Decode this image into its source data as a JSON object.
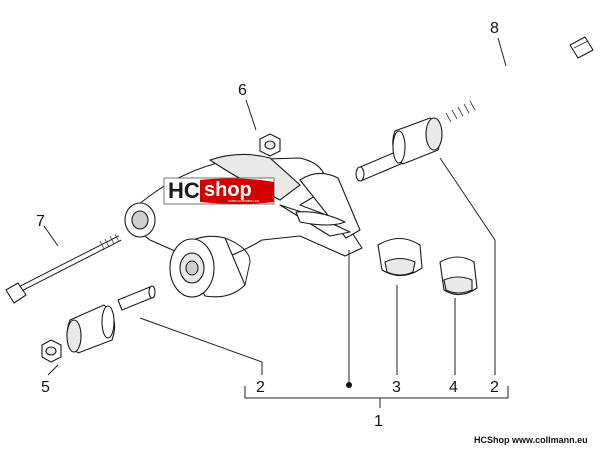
{
  "diagram": {
    "labels": [
      {
        "id": "8",
        "text": "8"
      },
      {
        "id": "6",
        "text": "6"
      },
      {
        "id": "7",
        "text": "7"
      },
      {
        "id": "5",
        "text": "5"
      },
      {
        "id": "2a",
        "text": "2"
      },
      {
        "id": "3",
        "text": "3"
      },
      {
        "id": "4",
        "text": "4"
      },
      {
        "id": "2b",
        "text": "2"
      },
      {
        "id": "1",
        "text": "1"
      }
    ],
    "logo": {
      "hc": "HC",
      "shop": "shop",
      "site": "www.collmann.eu"
    },
    "watermark": "HCShop www.collmann.eu"
  },
  "colors": {
    "line": "#1a1a1a",
    "logo_red": "#d40000",
    "logo_dark": "#1a1a1a"
  }
}
